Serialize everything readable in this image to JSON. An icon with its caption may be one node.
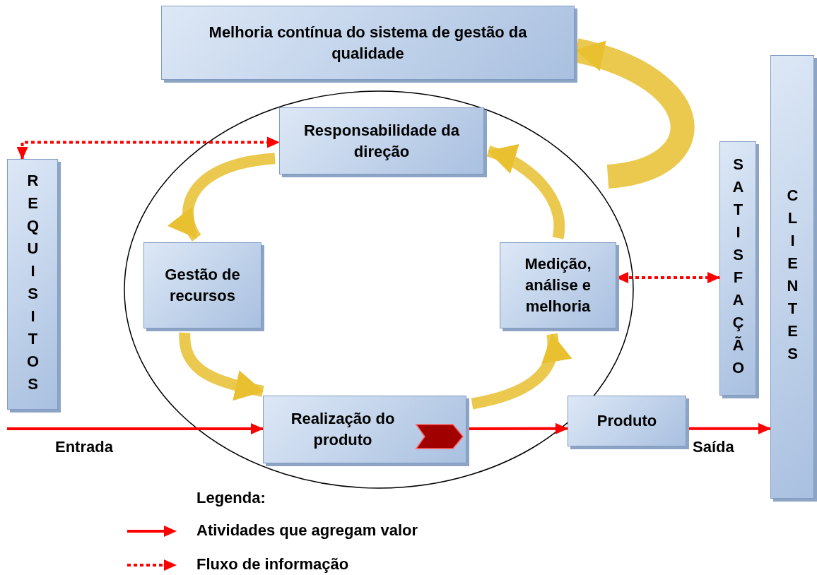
{
  "diagram": {
    "nodes": [
      {
        "text": [
          "Melhoria contínua do sistema de gestão da qualidade"
        ]
      },
      {
        "text": [
          "REQUISITOS"
        ]
      },
      {
        "text": [],
        "shape": "ellipse"
      },
      {
        "text": [
          "Responsabilidade da direção"
        ],
        "in": 2
      },
      {
        "text": [
          "Gestão de recursos"
        ],
        "in": 2
      },
      {
        "text": [
          "Medição, análise e melhoria"
        ],
        "in": 2
      },
      {
        "text": [
          "Realização do produto"
        ],
        "in": 2
      },
      {
        "text": [
          "Produto"
        ]
      },
      {
        "text": [
          "SATISFAÇÃO"
        ]
      },
      {
        "text": [
          "CLIENTES"
        ]
      }
    ],
    "edges": [
      {
        "from": 1,
        "to": 3,
        "arrow": "both",
        "style": "dashed",
        "color": "#ff0000"
      },
      {
        "from": 5,
        "to": 8,
        "arrow": "both",
        "style": "dashed",
        "color": "#ff0000"
      },
      {
        "from": null,
        "to": 6,
        "arrow": "to",
        "label": "Entrada",
        "color": "#ff0000"
      },
      {
        "from": 6,
        "to": 7,
        "arrow": "to",
        "color": "#ff0000"
      },
      {
        "from": 7,
        "to": 9,
        "arrow": "to",
        "label": "Saída",
        "color": "#ff0000"
      },
      {
        "from": 3,
        "to": 4,
        "arrow": "to",
        "style": "thick",
        "color": "#e8c030"
      },
      {
        "from": 4,
        "to": 6,
        "arrow": "to",
        "style": "thick",
        "color": "#e8c030"
      },
      {
        "from": 6,
        "to": 5,
        "arrow": "to",
        "style": "thick",
        "color": "#e8c030"
      },
      {
        "from": 5,
        "to": 3,
        "arrow": "to",
        "style": "thick",
        "color": "#e8c030"
      },
      {
        "from": null,
        "to": 0,
        "arrow": "to",
        "style": "thick",
        "color": "#e8c030"
      }
    ],
    "labels": [
      "Legenda:"
    ],
    "legend": [
      {
        "text": "Atividades que agregam valor"
      },
      {
        "text": "Fluxo de informação"
      }
    ]
  }
}
